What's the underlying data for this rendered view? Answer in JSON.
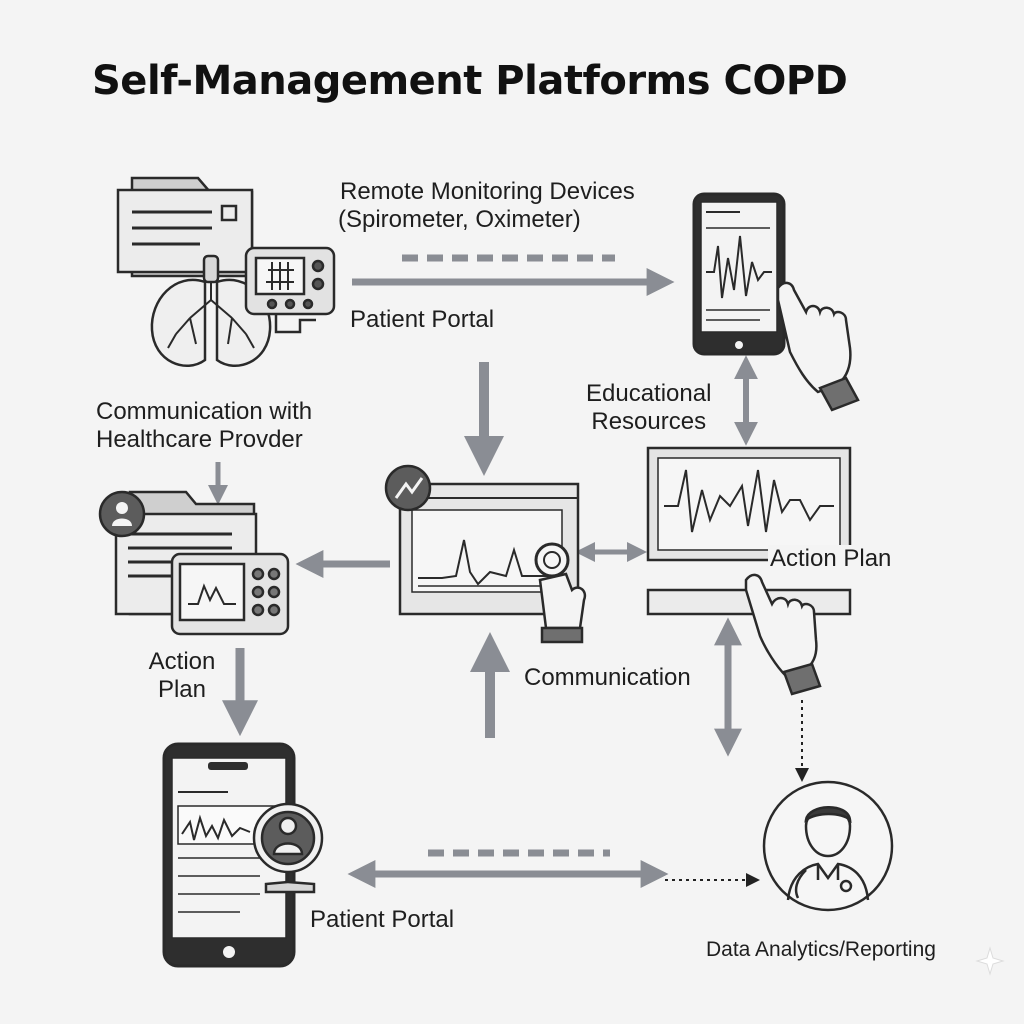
{
  "title": "Self-Management Platforms COPD",
  "labels": {
    "remote_devices_line1": "Remote Monitoring Devices",
    "remote_devices_line2": "(Spirometer, Oximeter)",
    "patient_portal_top": "Patient Portal",
    "educational_line1": "Educational",
    "educational_line2": "Resources",
    "communication_provider_line1": "Communication with",
    "communication_provider_line2": "Healthcare Provder",
    "action_plan_right": "Action Plan",
    "action_plan_left_line1": "Action",
    "action_plan_left_line2": "Plan",
    "communication": "Communication",
    "patient_portal_bottom": "Patient Portal",
    "data_analytics": "Data Analytics/Reporting"
  },
  "icons": [
    "document-folder-icon",
    "lungs-icon",
    "medical-monitor-icon",
    "tablet-ecg-icon",
    "pointing-hand-icon",
    "patient-record-icon",
    "vitals-monitor-icon",
    "dashboard-chart-icon",
    "trend-badge-icon",
    "magnifier-icon",
    "widescreen-ecg-icon",
    "smartphone-ecg-icon",
    "video-call-icon",
    "doctor-avatar-icon"
  ],
  "colors": {
    "arrow": "#8a8d94",
    "stroke": "#2a2a2a",
    "panel": "#e4e4e4"
  }
}
